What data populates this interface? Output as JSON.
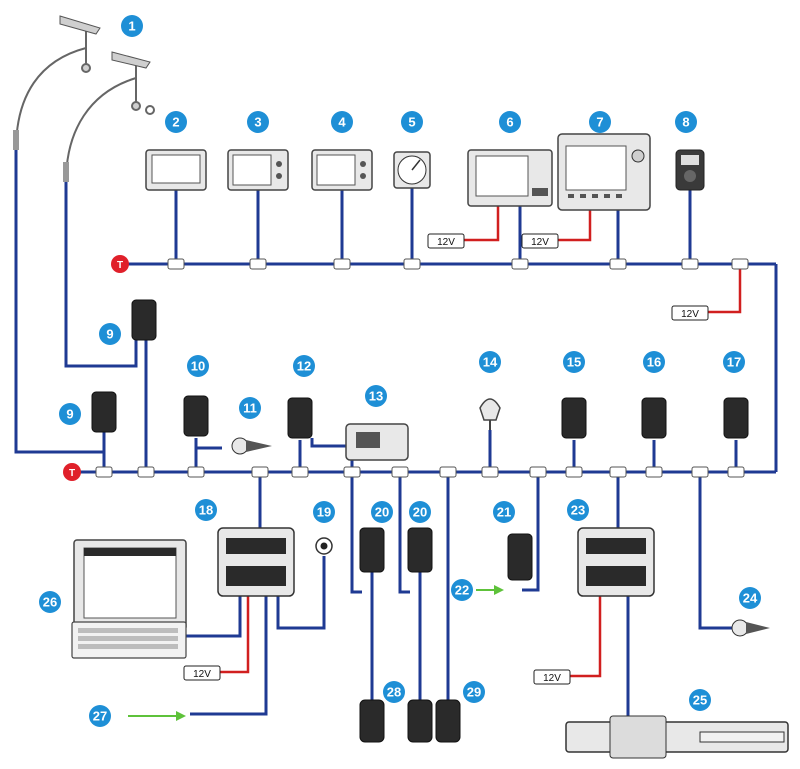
{
  "colors": {
    "backbone": "#1f3a93",
    "power_wire": "#d11f1f",
    "badge": "#1e8fd6",
    "terminator": "#e0202a",
    "arrow": "#5ec23a",
    "device_dark": "#2a2a2a",
    "device_outline": "#444444"
  },
  "power_label": "12V",
  "terminator_label": "T",
  "callouts": [
    "1",
    "2",
    "3",
    "4",
    "5",
    "6",
    "7",
    "8",
    "9",
    "10",
    "11",
    "12",
    "13",
    "14",
    "15",
    "16",
    "17",
    "18",
    "19",
    "20",
    "21",
    "22",
    "23",
    "24",
    "25",
    "26",
    "27",
    "28",
    "29"
  ],
  "components": [
    {
      "id": "1",
      "icon": "wind-vane-icon"
    },
    {
      "id": "2",
      "icon": "display-icon"
    },
    {
      "id": "3",
      "icon": "chartplotter-icon"
    },
    {
      "id": "4",
      "icon": "chartplotter-icon"
    },
    {
      "id": "5",
      "icon": "analog-gauge-icon"
    },
    {
      "id": "6",
      "icon": "multifunction-display-icon"
    },
    {
      "id": "7",
      "icon": "multifunction-display-icon"
    },
    {
      "id": "8",
      "icon": "remote-controller-icon"
    },
    {
      "id": "9",
      "icon": "wind-interface-module-icon"
    },
    {
      "id": "10",
      "icon": "interface-module-icon"
    },
    {
      "id": "11",
      "icon": "throttle-lever-icon"
    },
    {
      "id": "12",
      "icon": "interface-module-icon"
    },
    {
      "id": "13",
      "icon": "engine-unit-icon"
    },
    {
      "id": "14",
      "icon": "gps-antenna-icon"
    },
    {
      "id": "15",
      "icon": "interface-module-icon"
    },
    {
      "id": "16",
      "icon": "interface-module-icon"
    },
    {
      "id": "17",
      "icon": "interface-module-icon"
    },
    {
      "id": "18",
      "icon": "autopilot-computer-icon"
    },
    {
      "id": "19",
      "icon": "sensor-icon"
    },
    {
      "id": "20",
      "icon": "transducer-interface-icon"
    },
    {
      "id": "21",
      "icon": "interface-module-icon"
    },
    {
      "id": "22",
      "icon": "input-arrow-icon"
    },
    {
      "id": "23",
      "icon": "autopilot-computer-icon"
    },
    {
      "id": "24",
      "icon": "throttle-lever-icon"
    },
    {
      "id": "25",
      "icon": "hydraulic-drive-icon"
    },
    {
      "id": "26",
      "icon": "pc-workstation-icon"
    },
    {
      "id": "27",
      "icon": "input-arrow-icon"
    },
    {
      "id": "28",
      "icon": "transducer-icon"
    },
    {
      "id": "29",
      "icon": "transducer-icon"
    }
  ]
}
